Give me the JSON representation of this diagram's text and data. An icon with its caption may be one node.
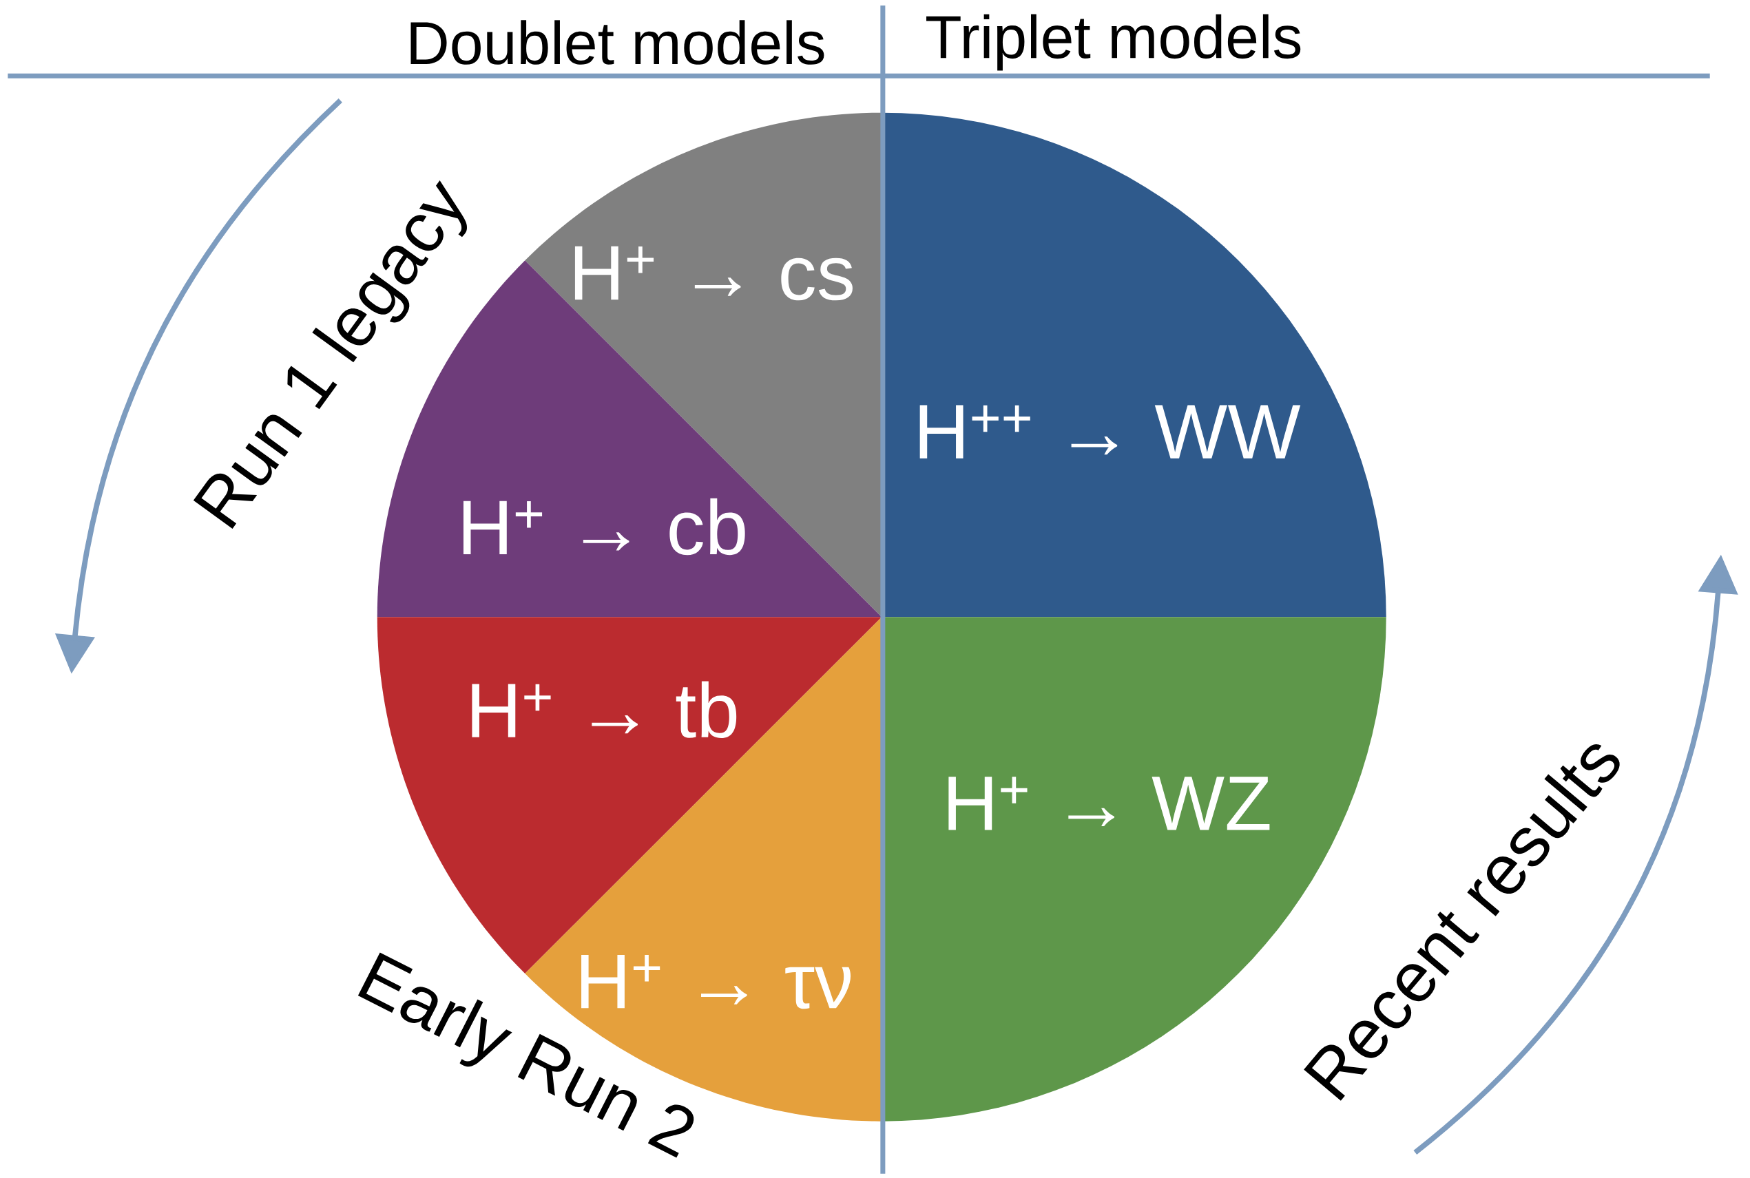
{
  "diagram": {
    "nodes": [
      {
        "text": [
          "H$^{+}$ → cs"
        ]
      },
      {
        "text": [
          "H$^{+}$ → cb"
        ]
      },
      {
        "text": [
          "H$^{+}$ → tb"
        ]
      },
      {
        "text": [
          "H$^{+}$ → τν"
        ]
      },
      {
        "text": [
          "H$^{++}$ → WW"
        ]
      },
      {
        "text": [
          "H$^{+}$ → WZ"
        ]
      }
    ],
    "edges": [],
    "labels": [
      "Doublet models",
      "Triplet models",
      "Run 1 legacy",
      "Early Run 2",
      "Recent results"
    ]
  }
}
